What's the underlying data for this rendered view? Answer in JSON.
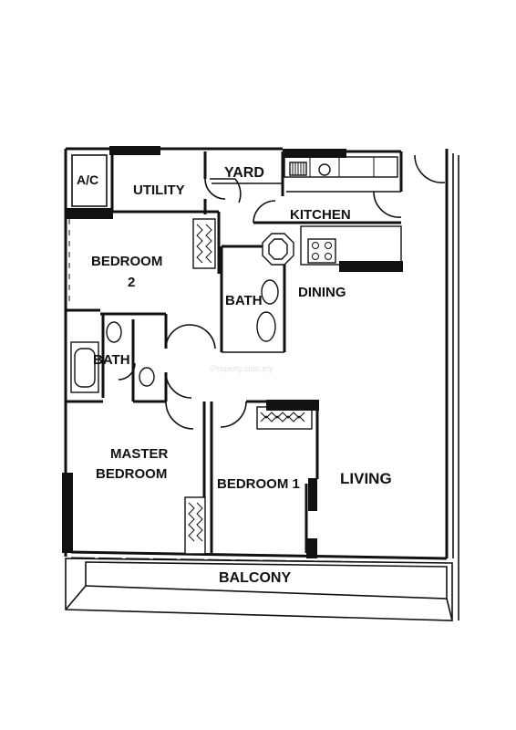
{
  "rooms": {
    "ac": "A/C",
    "utility": "UTILITY",
    "yard": "YARD",
    "kitchen": "KITCHEN",
    "bedroom2_line1": "BEDROOM",
    "bedroom2_line2": "2",
    "bath_upper": "BATH",
    "dining": "DINING",
    "bath_lower": "BATH",
    "master_line1": "MASTER",
    "master_line2": "BEDROOM",
    "bedroom1": "BEDROOM 1",
    "living": "LIVING",
    "balcony": "BALCONY"
  },
  "watermark": "iProperty.com.my"
}
